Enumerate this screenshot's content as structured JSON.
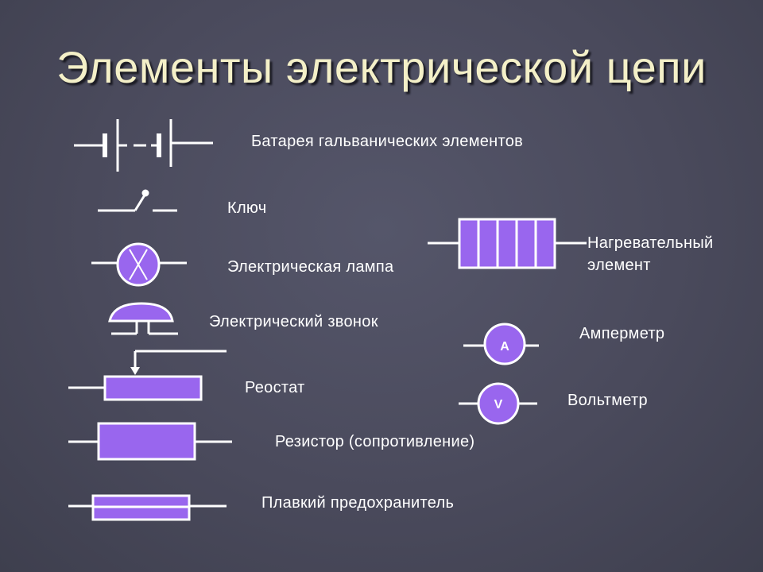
{
  "title": "Элементы электрической цепи",
  "colors": {
    "background": "#4a4a5a",
    "title": "#f4f0c8",
    "symbol_fill": "#9966ee",
    "line": "#ffffff"
  },
  "elements": {
    "battery": "Батарея гальванических элементов",
    "key": "Ключ",
    "lamp": "Электрическая лампа",
    "bell": "Электрический звонок",
    "rheostat": "Реостат",
    "resistor": "Резистор  (сопротивление)",
    "fuse": "Плавкий предохранитель",
    "heater_line1": "Нагревательный",
    "heater_line2": "элемент",
    "ammeter": "Амперметр",
    "ammeter_letter": "A",
    "voltmeter": "Вольтметр",
    "voltmeter_letter": "V"
  },
  "icons": {
    "battery": "battery-symbol-icon",
    "key": "switch-symbol-icon",
    "lamp": "lamp-symbol-icon",
    "bell": "bell-symbol-icon",
    "rheostat": "rheostat-symbol-icon",
    "resistor": "resistor-symbol-icon",
    "fuse": "fuse-symbol-icon",
    "heater": "heater-symbol-icon",
    "ammeter": "ammeter-symbol-icon",
    "voltmeter": "voltmeter-symbol-icon"
  }
}
